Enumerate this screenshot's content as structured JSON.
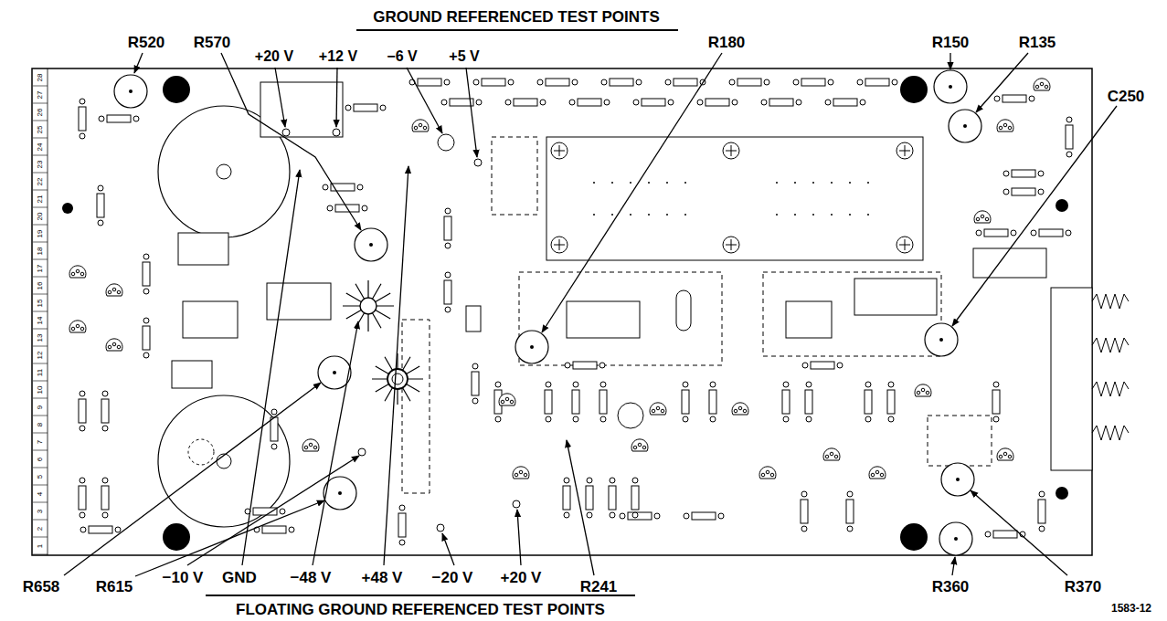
{
  "diagram": {
    "labels": [
      "GROUND REFERENCED TEST POINTS",
      "R520",
      "R570",
      "+20 V",
      "+12 V",
      "−6 V",
      "+5 V",
      "R180",
      "R150",
      "R135",
      "C250",
      "R658",
      "R615",
      "−10 V",
      "GND",
      "−48 V",
      "+48 V",
      "−20 V",
      "+20 V",
      "R241",
      "R360",
      "R370",
      "FLOATING GROUND REFERENCED TEST POINTS",
      "1583-12",
      "1",
      "2",
      "3",
      "4",
      "5",
      "6",
      "7",
      "8",
      "9",
      "10",
      "11",
      "12",
      "13",
      "14",
      "15",
      "16",
      "17",
      "18",
      "19",
      "20",
      "21",
      "22",
      "23",
      "24",
      "25",
      "26",
      "27",
      "28"
    ]
  }
}
